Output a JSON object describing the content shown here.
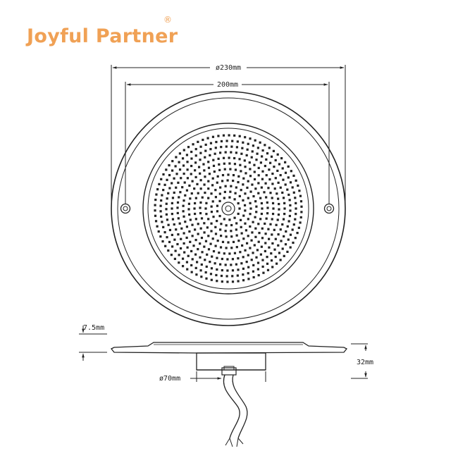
{
  "brand": {
    "name": "Joyful Partner",
    "registered_mark": "®",
    "color": "#f0a155"
  },
  "dimensions": {
    "outer_diameter": "ø230mm",
    "hole_spacing": "200mm",
    "flange_thickness": "7.5mm",
    "total_height": "32mm",
    "base_diameter": "ø70mm"
  },
  "colors": {
    "line": "#222222",
    "background": "#ffffff"
  }
}
